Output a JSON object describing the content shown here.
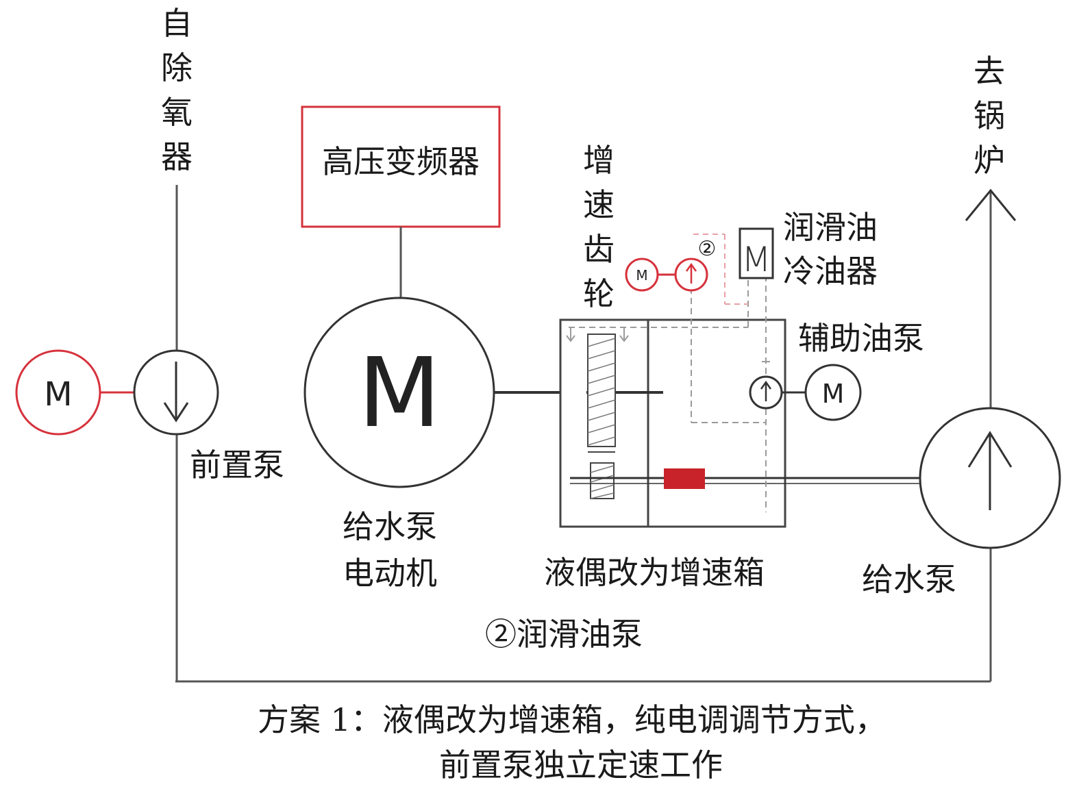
{
  "labels": {
    "deaerator": [
      "自",
      "除",
      "氧",
      "器"
    ],
    "boiler": [
      "去",
      "锅",
      "炉"
    ],
    "vfd": "高压变频器",
    "gear": [
      "增",
      "速",
      "齿",
      "轮"
    ],
    "lube_cooler": [
      "润滑油",
      "冷油器"
    ],
    "aux_oil_pump": "辅助油泵",
    "booster_pump": "前置泵",
    "feed_pump_motor": [
      "给水泵",
      "电动机"
    ],
    "gearbox": "液偶改为增速箱",
    "feed_pump": "给水泵",
    "lube_oil_pump": "②润滑油泵",
    "mark_2": "②",
    "motor_letter": "M"
  },
  "caption": [
    "方案 1：液偶改为增速箱，纯电调调节方式，",
    "前置泵独立定速工作"
  ],
  "colors": {
    "accent_red": "#d6323c",
    "coupling_red": "#c8232b",
    "dash_pink": "#e8a0a6",
    "line_gray": "#555555",
    "dash_gray": "#9a9a9a"
  }
}
